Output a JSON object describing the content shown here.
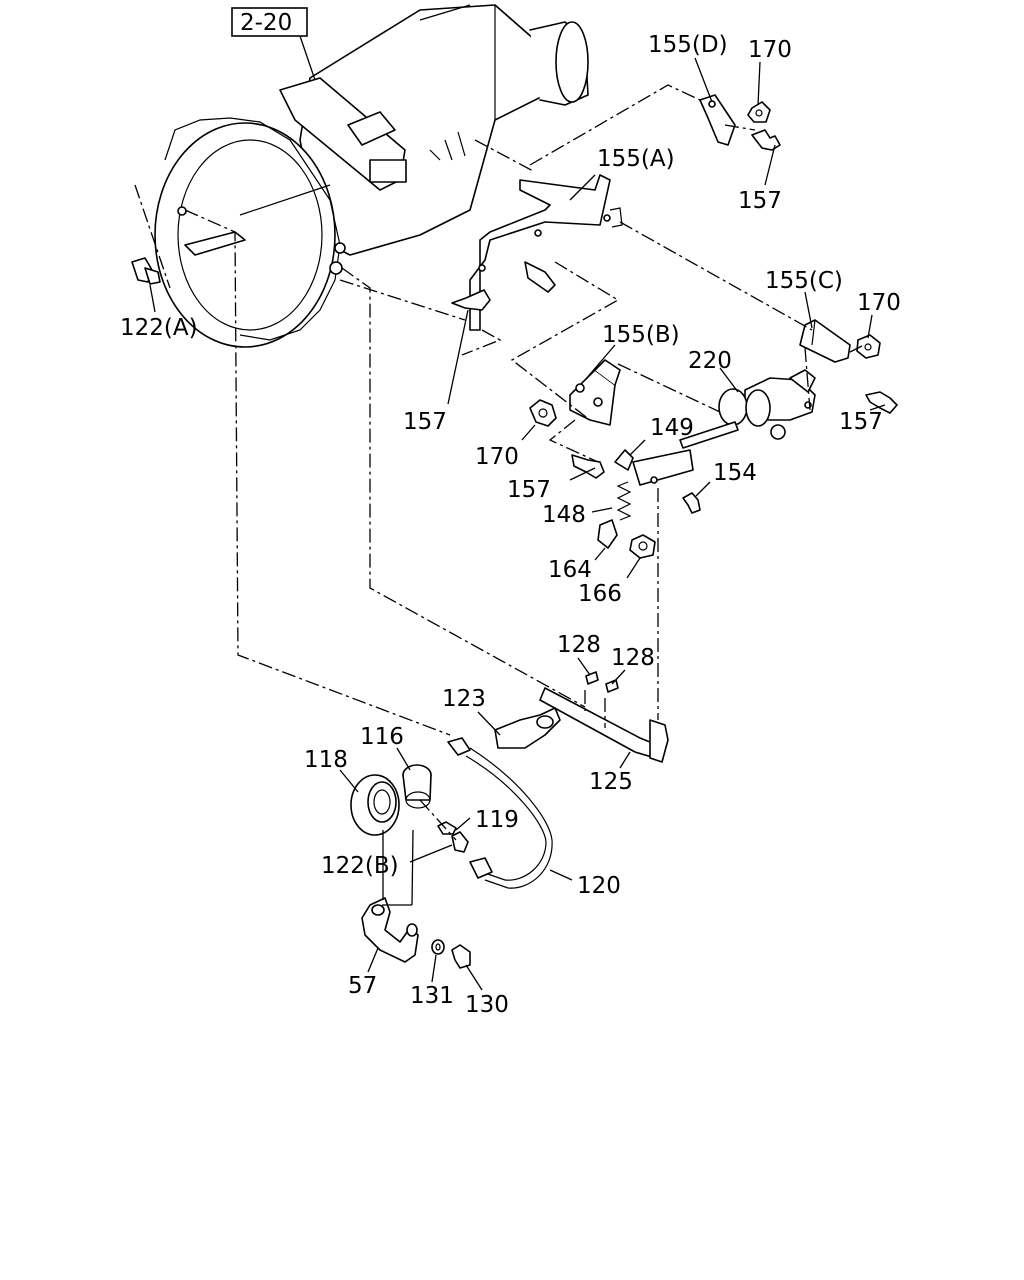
{
  "ref_box": "2-20",
  "labels": {
    "l155d": "155(D)",
    "l170a": "170",
    "l157a": "157",
    "l155a": "155(A)",
    "l155c": "155(C)",
    "l170b": "170",
    "l157b": "157",
    "l122a": "122(A)",
    "l157c": "157",
    "l155b": "155(B)",
    "l220": "220",
    "l170c": "170",
    "l149": "149",
    "l157d": "157",
    "l154": "154",
    "l148": "148",
    "l164": "164",
    "l166": "166",
    "l128a": "128",
    "l128b": "128",
    "l123": "123",
    "l125": "125",
    "l116": "116",
    "l118": "118",
    "l119": "119",
    "l122b": "122(B)",
    "l120": "120",
    "l57": "57",
    "l131": "131",
    "l130": "130"
  }
}
